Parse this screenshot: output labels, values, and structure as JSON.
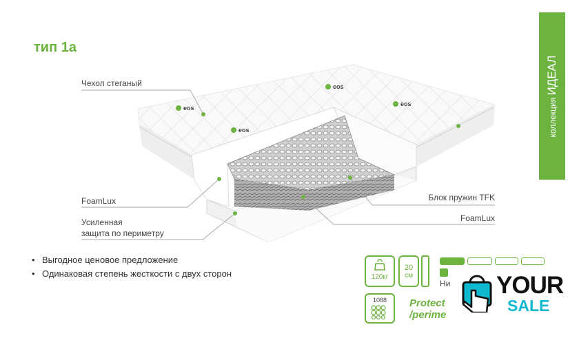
{
  "title": "тип 1а",
  "collection": {
    "prefix": "коллекция",
    "name": "ИДЕАЛ"
  },
  "callouts": {
    "cover": "Чехол стеганый",
    "foamlux_left": "FoamLux",
    "perimeter_line1": "Усиленная",
    "perimeter_line2": "защита по периметру",
    "spring_block": "Блок пружин TFK",
    "foamlux_right": "FoamLux"
  },
  "mattress_brand": "eos",
  "features": [
    "Выгодное ценовое предложение",
    "Одинаковая степень жесткости с двух сторон"
  ],
  "specs": {
    "weight": "120кг",
    "height_value": "20",
    "height_unit": "см",
    "firmness_label": "Ни",
    "firmness_level": 1,
    "firmness_levels_total": 4,
    "springs_count": "1088",
    "protect_line1": "Protect",
    "protect_line2": "/perime"
  },
  "watermark": {
    "line1": "YOUR",
    "line2": "SALE"
  },
  "colors": {
    "accent": "#6cb33f",
    "watermark_blue": "#0fb8cf"
  }
}
